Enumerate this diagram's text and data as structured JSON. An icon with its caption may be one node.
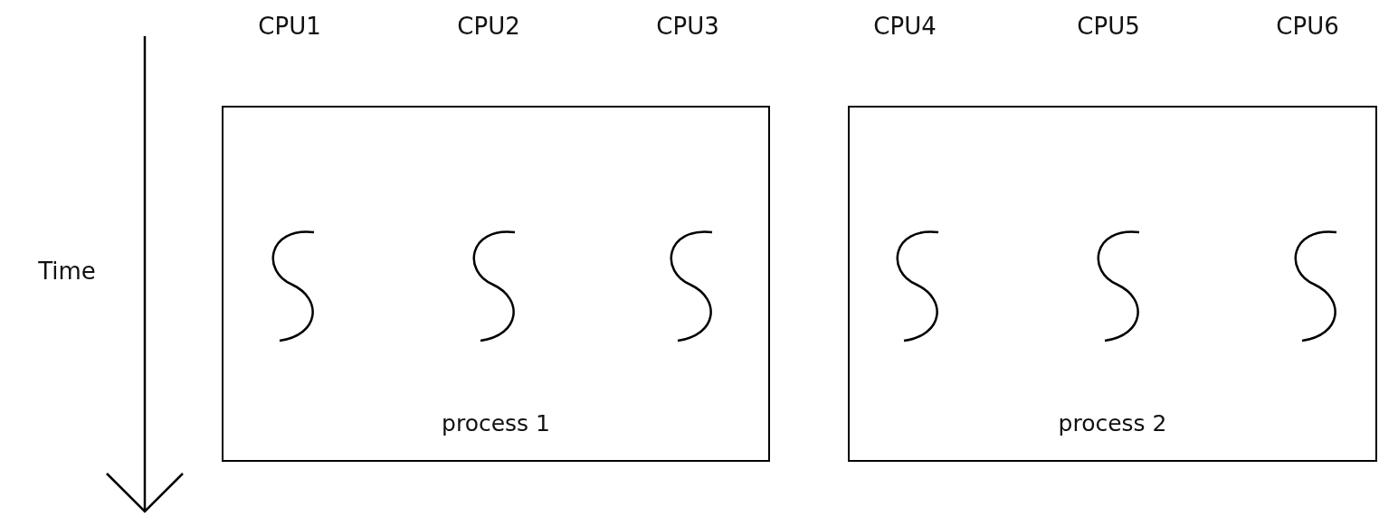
{
  "diagram": {
    "nodes": [
      {
        "text": [
          "process 1"
        ]
      },
      {
        "text": [
          "process 2"
        ]
      }
    ],
    "labels": [
      "CPU1",
      "CPU2",
      "CPU3",
      "CPU4",
      "CPU5",
      "CPU6",
      "Time"
    ]
  }
}
